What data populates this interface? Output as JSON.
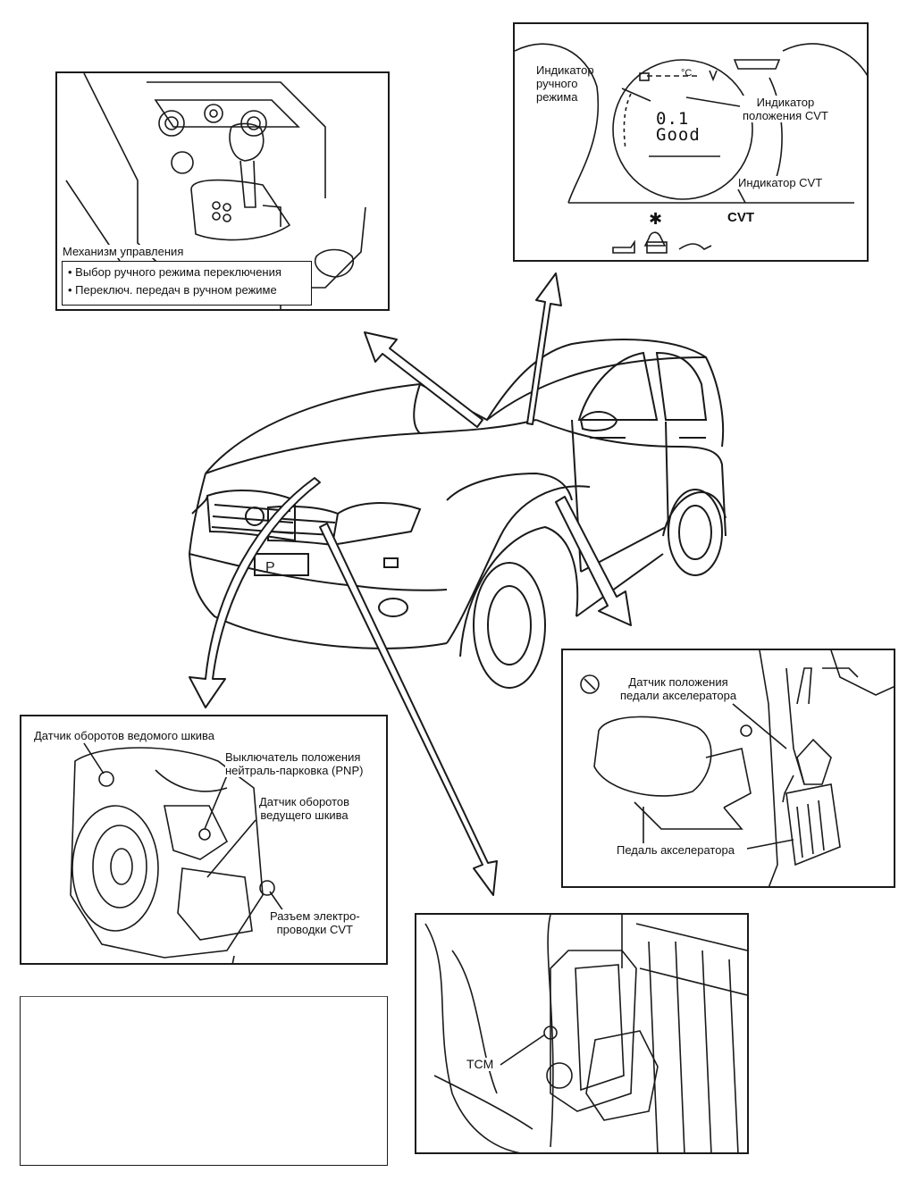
{
  "shifter_panel": {
    "caption": "Механизм управления",
    "items": [
      "• Выбор ручного режима переключения",
      "• Переключ. передач в ручном режиме"
    ]
  },
  "cluster_panel": {
    "label_manual_indicator": "Индикатор\nручного\nрежима",
    "label_cvt_position": "Индикатор\nположения CVT",
    "label_cvt_indicator": "Индикатор CVT",
    "cvt_badge": "CVT",
    "display_line1": "0.1",
    "display_line2": "Good",
    "temp_unit": "°C"
  },
  "pedal_panel": {
    "label_sensor": "Датчик положения\nпедали акселератора",
    "label_pedal": "Педаль акселератора"
  },
  "transmission_panel": {
    "label_driven_pulley": "Датчик оборотов ведомого шкива",
    "label_pnp": "Выключатель положения\nнейтраль-парковка (PNP)",
    "label_drive_pulley": "Датчик оборотов\nведущего шкива",
    "label_connector": "Разъем электро-\nпроводки CVT"
  },
  "tcm_panel": {
    "label_tcm": "TCM"
  },
  "colors": {
    "line": "#1a1a1a",
    "background": "#ffffff"
  }
}
